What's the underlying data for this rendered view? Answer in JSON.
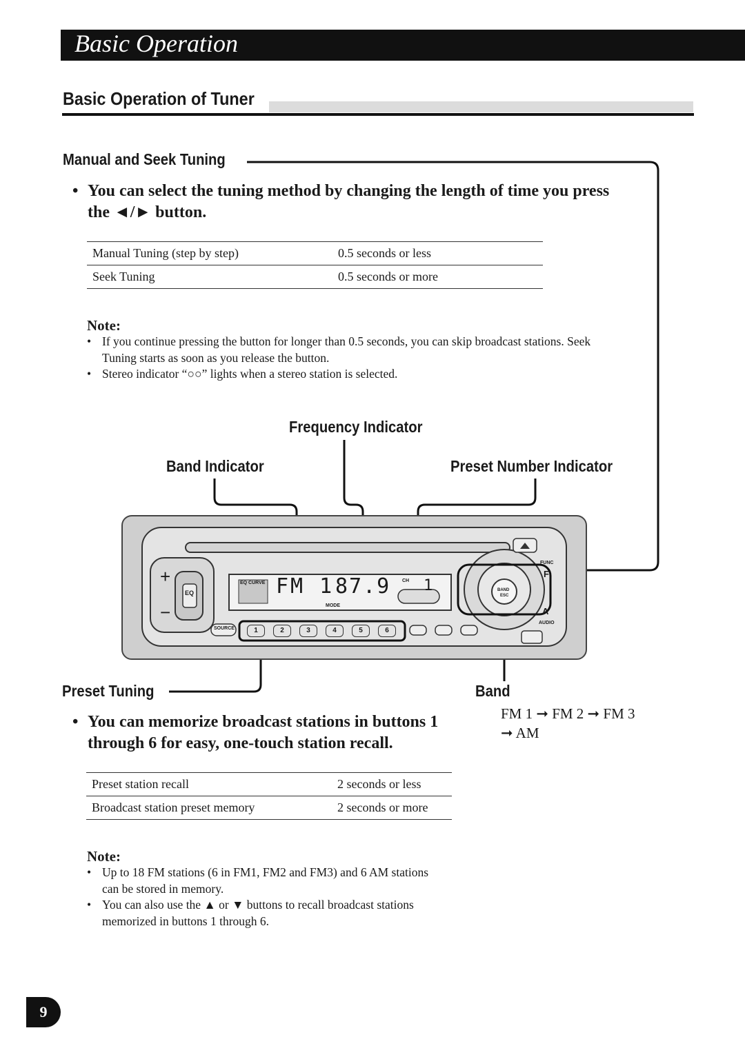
{
  "header": {
    "title": "Basic Operation"
  },
  "section": {
    "title": "Basic Operation of Tuner"
  },
  "manual_seek": {
    "heading": "Manual and Seek Tuning",
    "bullet": "You can select the tuning method by changing the length of time you press the ◄/► button.",
    "table": [
      {
        "label": "Manual Tuning (step by step)",
        "value": "0.5 seconds or less"
      },
      {
        "label": "Seek Tuning",
        "value": "0.5 seconds or more"
      }
    ],
    "note_heading": "Note:",
    "notes": [
      "If you continue pressing the button for longer than 0.5 seconds, you can skip broadcast stations. Seek Tuning starts as soon as you release the button.",
      "Stereo indicator “○○” lights when a stereo station is selected."
    ]
  },
  "indicators": {
    "frequency": "Frequency Indicator",
    "band": "Band Indicator",
    "preset_number": "Preset Number Indicator"
  },
  "device": {
    "display_band": "FM 1",
    "display_freq": "87.9",
    "display_preset": "1",
    "eq_curve": "EQ CURVE",
    "mode": "MODE",
    "ch": "CH",
    "eq": "EQ",
    "source": "SOURCE",
    "presets": [
      "1",
      "2",
      "3",
      "4",
      "5",
      "6"
    ],
    "band_btn": "BAND",
    "esc_btn": "ESC",
    "func": "FUNC",
    "audio": "AUDIO",
    "f_letter": "F",
    "a_letter": "A",
    "plus": "+",
    "minus": "−"
  },
  "preset_tuning": {
    "heading": "Preset Tuning",
    "bullet": "You can memorize broadcast stations in buttons 1 through 6 for easy, one-touch station recall.",
    "table": [
      {
        "label": "Preset station recall",
        "value": "2 seconds or less"
      },
      {
        "label": "Broadcast station preset memory",
        "value": "2 seconds or more"
      }
    ],
    "note_heading": "Note:",
    "notes": [
      "Up to 18 FM stations (6 in FM1, FM2 and FM3) and 6 AM stations can be stored in memory.",
      "You can also use the ▲ or ▼ buttons to recall broadcast stations memorized in buttons 1 through 6."
    ]
  },
  "band": {
    "heading": "Band",
    "line1": "FM 1 ➞ FM 2 ➞ FM 3",
    "line2": "➞ AM"
  },
  "page_number": "9"
}
